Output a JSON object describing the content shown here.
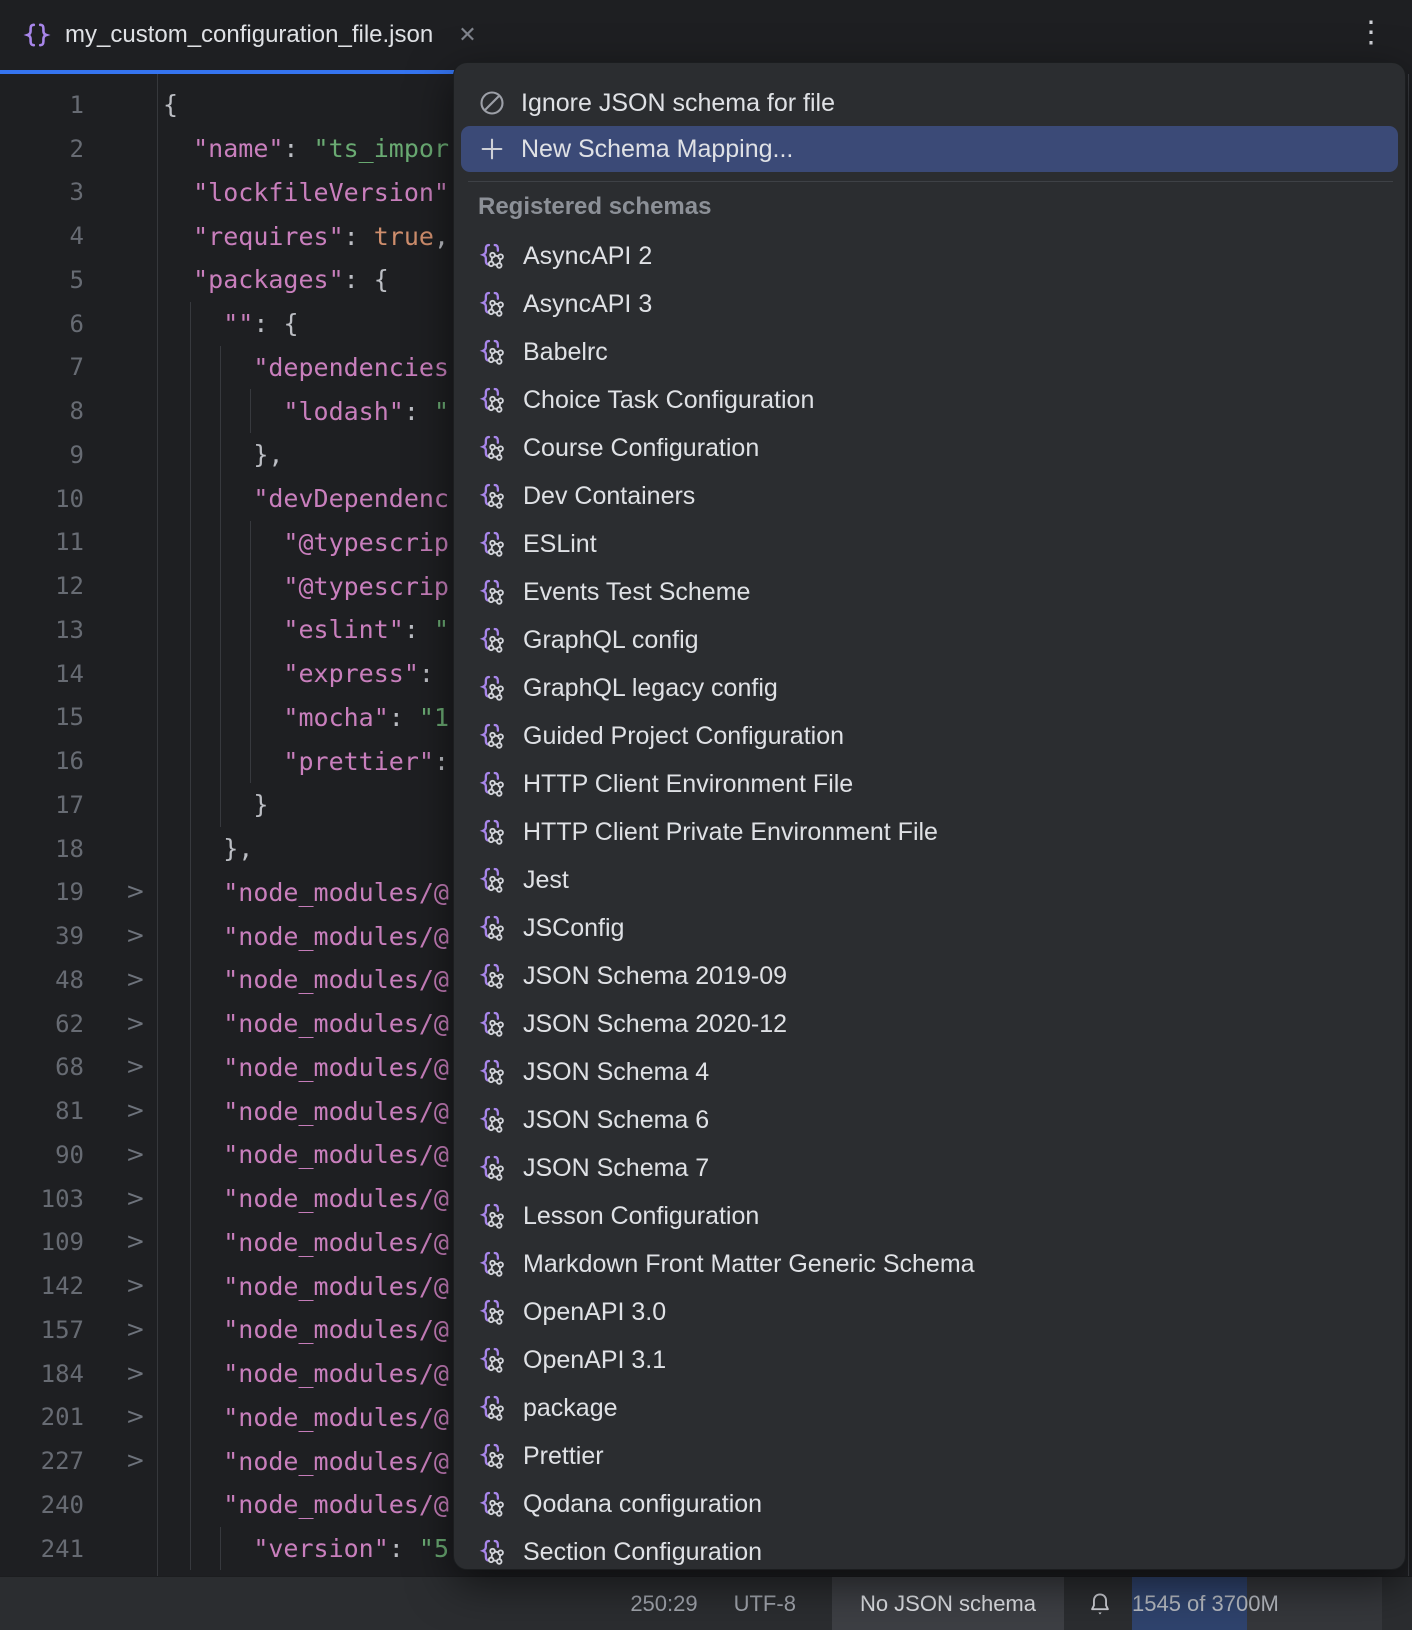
{
  "colors": {
    "accent_blue": "#3574f0",
    "selection_blue": "#3b4a77",
    "memory_fill_blue": "#2f436d",
    "popup_bg": "#2b2d30",
    "editor_bg": "#1e1f22",
    "json_key_pink": "#c97fbd",
    "json_string_green": "#6aab73",
    "json_keyword_orange": "#cf8e6d",
    "icon_purple": "#a886ea"
  },
  "tab": {
    "title": "my_custom_configuration_file.json",
    "close_label": "✕",
    "more_label": "⋮"
  },
  "menu": {
    "ignore_label": "Ignore JSON schema for file",
    "new_mapping_label": "New Schema Mapping...",
    "section_header": "Registered schemas",
    "schemas": [
      "AsyncAPI 2",
      "AsyncAPI 3",
      "Babelrc",
      "Choice Task Configuration",
      "Course Configuration",
      "Dev Containers",
      "ESLint",
      "Events Test Scheme",
      "GraphQL config",
      "GraphQL legacy config",
      "Guided Project Configuration",
      "HTTP Client Environment File",
      "HTTP Client Private Environment File",
      "Jest",
      "JSConfig",
      "JSON Schema 2019-09",
      "JSON Schema 2020-12",
      "JSON Schema 4",
      "JSON Schema 6",
      "JSON Schema 7",
      "Lesson Configuration",
      "Markdown Front Matter Generic Schema",
      "OpenAPI 3.0",
      "OpenAPI 3.1",
      "package",
      "Prettier",
      "Qodana configuration",
      "Section Configuration"
    ]
  },
  "editor": {
    "fold_glyph": ">",
    "lines": [
      {
        "num": "1",
        "fold": false,
        "segs": [
          [
            "{",
            "b"
          ]
        ]
      },
      {
        "num": "2",
        "fold": false,
        "segs": [
          [
            "  ",
            "b"
          ],
          [
            "\"name\"",
            "k"
          ],
          [
            ": ",
            "b"
          ],
          [
            "\"ts_impor",
            "s"
          ]
        ]
      },
      {
        "num": "3",
        "fold": false,
        "segs": [
          [
            "  ",
            "b"
          ],
          [
            "\"lockfileVersion\"",
            "k"
          ]
        ]
      },
      {
        "num": "4",
        "fold": false,
        "segs": [
          [
            "  ",
            "b"
          ],
          [
            "\"requires\"",
            "k"
          ],
          [
            ": ",
            "b"
          ],
          [
            "true",
            "o"
          ],
          [
            ",",
            "b"
          ]
        ]
      },
      {
        "num": "5",
        "fold": false,
        "segs": [
          [
            "  ",
            "b"
          ],
          [
            "\"packages\"",
            "k"
          ],
          [
            ": ",
            "b"
          ],
          [
            "{",
            "b"
          ]
        ]
      },
      {
        "num": "6",
        "fold": false,
        "segs": [
          [
            "    ",
            "b"
          ],
          [
            "\"\"",
            "k"
          ],
          [
            ": ",
            "b"
          ],
          [
            "{",
            "b"
          ]
        ]
      },
      {
        "num": "7",
        "fold": false,
        "segs": [
          [
            "      ",
            "b"
          ],
          [
            "\"dependencies",
            "k"
          ]
        ]
      },
      {
        "num": "8",
        "fold": false,
        "segs": [
          [
            "        ",
            "b"
          ],
          [
            "\"lodash\"",
            "k"
          ],
          [
            ": ",
            "b"
          ],
          [
            "\"",
            "s"
          ]
        ]
      },
      {
        "num": "9",
        "fold": false,
        "segs": [
          [
            "      ",
            "b"
          ],
          [
            "},",
            "b"
          ]
        ]
      },
      {
        "num": "10",
        "fold": false,
        "segs": [
          [
            "      ",
            "b"
          ],
          [
            "\"devDependenc",
            "k"
          ]
        ]
      },
      {
        "num": "11",
        "fold": false,
        "segs": [
          [
            "        ",
            "b"
          ],
          [
            "\"@typescrip",
            "k"
          ]
        ]
      },
      {
        "num": "12",
        "fold": false,
        "segs": [
          [
            "        ",
            "b"
          ],
          [
            "\"@typescrip",
            "k"
          ]
        ]
      },
      {
        "num": "13",
        "fold": false,
        "segs": [
          [
            "        ",
            "b"
          ],
          [
            "\"eslint\"",
            "k"
          ],
          [
            ": ",
            "b"
          ],
          [
            "\"",
            "s"
          ]
        ]
      },
      {
        "num": "14",
        "fold": false,
        "segs": [
          [
            "        ",
            "b"
          ],
          [
            "\"express\"",
            "k"
          ],
          [
            ":",
            "b"
          ]
        ]
      },
      {
        "num": "15",
        "fold": false,
        "segs": [
          [
            "        ",
            "b"
          ],
          [
            "\"mocha\"",
            "k"
          ],
          [
            ": ",
            "b"
          ],
          [
            "\"1",
            "s"
          ]
        ]
      },
      {
        "num": "16",
        "fold": false,
        "segs": [
          [
            "        ",
            "b"
          ],
          [
            "\"prettier\"",
            "k"
          ],
          [
            ":",
            "b"
          ]
        ]
      },
      {
        "num": "17",
        "fold": false,
        "segs": [
          [
            "      ",
            "b"
          ],
          [
            "}",
            "b"
          ]
        ]
      },
      {
        "num": "18",
        "fold": false,
        "segs": [
          [
            "    ",
            "b"
          ],
          [
            "},",
            "b"
          ]
        ]
      },
      {
        "num": "19",
        "fold": true,
        "segs": [
          [
            "    ",
            "b"
          ],
          [
            "\"node_modules/@",
            "k"
          ]
        ]
      },
      {
        "num": "39",
        "fold": true,
        "segs": [
          [
            "    ",
            "b"
          ],
          [
            "\"node_modules/@",
            "k"
          ]
        ]
      },
      {
        "num": "48",
        "fold": true,
        "segs": [
          [
            "    ",
            "b"
          ],
          [
            "\"node_modules/@",
            "k"
          ]
        ]
      },
      {
        "num": "62",
        "fold": true,
        "segs": [
          [
            "    ",
            "b"
          ],
          [
            "\"node_modules/@",
            "k"
          ]
        ]
      },
      {
        "num": "68",
        "fold": true,
        "segs": [
          [
            "    ",
            "b"
          ],
          [
            "\"node_modules/@",
            "k"
          ]
        ]
      },
      {
        "num": "81",
        "fold": true,
        "segs": [
          [
            "    ",
            "b"
          ],
          [
            "\"node_modules/@",
            "k"
          ]
        ]
      },
      {
        "num": "90",
        "fold": true,
        "segs": [
          [
            "    ",
            "b"
          ],
          [
            "\"node_modules/@",
            "k"
          ]
        ]
      },
      {
        "num": "103",
        "fold": true,
        "segs": [
          [
            "    ",
            "b"
          ],
          [
            "\"node_modules/@",
            "k"
          ]
        ]
      },
      {
        "num": "109",
        "fold": true,
        "segs": [
          [
            "    ",
            "b"
          ],
          [
            "\"node_modules/@",
            "k"
          ]
        ]
      },
      {
        "num": "142",
        "fold": true,
        "segs": [
          [
            "    ",
            "b"
          ],
          [
            "\"node_modules/@",
            "k"
          ]
        ]
      },
      {
        "num": "157",
        "fold": true,
        "segs": [
          [
            "    ",
            "b"
          ],
          [
            "\"node_modules/@",
            "k"
          ]
        ]
      },
      {
        "num": "184",
        "fold": true,
        "segs": [
          [
            "    ",
            "b"
          ],
          [
            "\"node_modules/@",
            "k"
          ]
        ]
      },
      {
        "num": "201",
        "fold": true,
        "segs": [
          [
            "    ",
            "b"
          ],
          [
            "\"node_modules/@",
            "k"
          ]
        ]
      },
      {
        "num": "227",
        "fold": true,
        "segs": [
          [
            "    ",
            "b"
          ],
          [
            "\"node_modules/@",
            "k"
          ]
        ]
      },
      {
        "num": "240",
        "fold": false,
        "segs": [
          [
            "    ",
            "b"
          ],
          [
            "\"node_modules/@",
            "k"
          ]
        ]
      },
      {
        "num": "241",
        "fold": false,
        "segs": [
          [
            "      ",
            "b"
          ],
          [
            "\"version\"",
            "k"
          ],
          [
            ": ",
            "b"
          ],
          [
            "\"5",
            "s"
          ]
        ]
      }
    ]
  },
  "status_bar": {
    "caret_position": "250:29",
    "encoding": "UTF-8",
    "schema_status": "No JSON schema",
    "memory": "1545 of 3700M"
  }
}
